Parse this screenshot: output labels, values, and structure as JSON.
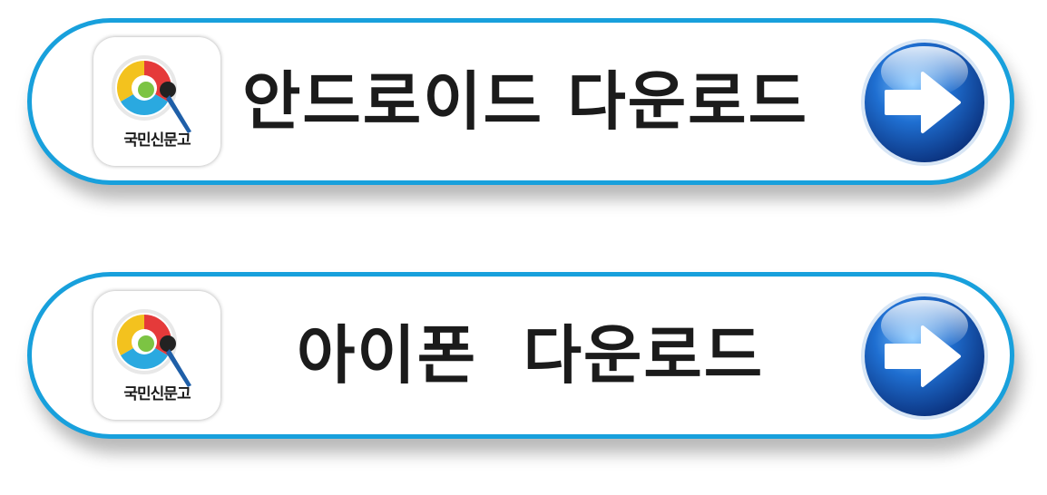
{
  "buttons": [
    {
      "id": "android",
      "label": "안드로이드 다운로드",
      "app_icon_label": "국민신문고"
    },
    {
      "id": "iphone",
      "label": "아이폰 다운로드",
      "app_icon_label": "국민신문고"
    }
  ],
  "colors": {
    "border": "#18a0dc",
    "text": "#1b1b1b",
    "arrow_button": "#1a5fbf"
  },
  "icons": {
    "app": "app-logo-icon",
    "arrow": "arrow-right-icon"
  }
}
